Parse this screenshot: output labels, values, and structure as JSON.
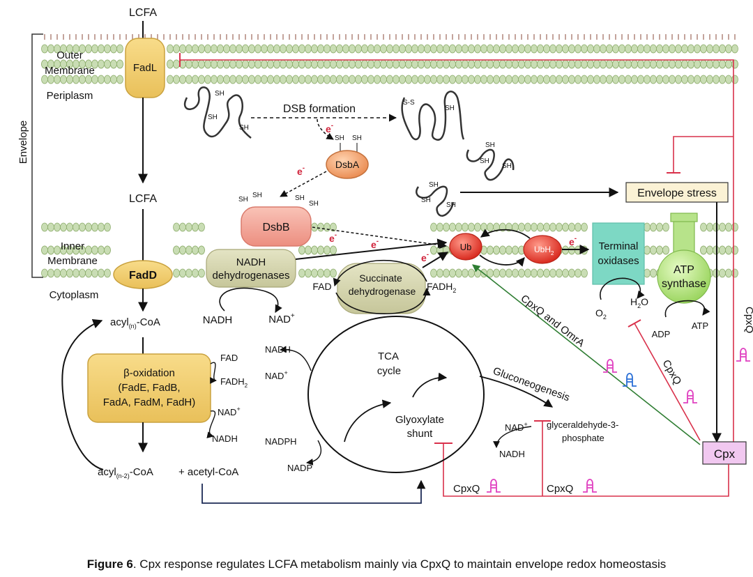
{
  "labels": {
    "lcfa_top": "LCFA",
    "lcfa_mid": "LCFA",
    "outer_membrane_1": "Outer",
    "outer_membrane_2": "Membrane",
    "periplasm": "Periplasm",
    "envelope": "Envelope",
    "inner_membrane_1": "Inner",
    "inner_membrane_2": "Membrane",
    "cytoplasm": "Cytoplasm",
    "fadl": "FadL",
    "fadd": "FadD",
    "dsb_formation": "DSB formation",
    "dsba": "DsbA",
    "dsbb": "DsbB",
    "sh": "SH",
    "ss": "S-S",
    "e_minus": "e",
    "minus": "-",
    "envelope_stress": "Envelope stress",
    "ub": "Ub",
    "ubh2_base": "UbH",
    "ubh2_sub": "2",
    "nadh_dehyd_1": "NADH",
    "nadh_dehyd_2": "dehydrogenases",
    "succ_dehyd_1": "Succinate",
    "succ_dehyd_2": "dehydrogenase",
    "fad": "FAD",
    "fadh2_base": "FADH",
    "sub2": "2",
    "terminal_1": "Terminal",
    "terminal_2": "oxidases",
    "atp_1": "ATP",
    "atp_2": "synthase",
    "o2": "O",
    "h2o_h": "H",
    "h2o_o": "O",
    "adp": "ADP",
    "atp": "ATP",
    "nadh": "NADH",
    "nad_plus": "NAD",
    "plus": "+",
    "acyl_n_pre": "acyl",
    "acyl_n_sub": "(n)",
    "acyl_n_post": "-CoA",
    "beta_1": "β-oxidation",
    "beta_2": "(FadE, FadB,",
    "beta_3": "FadA, FadM, FadH)",
    "acyl_n2_pre": "acyl",
    "acyl_n2_sub": "(n-2)",
    "acyl_n2_post": "-CoA",
    "acetyl": "+ acetyl-CoA",
    "tca_1": "TCA",
    "tca_2": "cycle",
    "glyox_1": "Glyoxylate",
    "glyox_2": "shunt",
    "nadph": "NADPH",
    "nadp": "NADP",
    "gluconeo": "Gluconeogenesis",
    "g3p_1": "glyceraldehyde-3-",
    "g3p_2": "phosphate",
    "cpxq_omra": "CpxQ and OmrA",
    "cpxq": "CpxQ",
    "cpx": "Cpx"
  },
  "caption": {
    "bold": "Figure 6",
    "text": ". Cpx response regulates LCFA metabolism mainly via CpxQ to maintain envelope redox homeostasis"
  },
  "colors": {
    "membrane_bead": "#c9ddb4",
    "membrane_stroke": "#8fae6e",
    "protein_yellow": "#f1cd6d",
    "dsb_orange": "#f3a97c",
    "dsbb_salmon": "#f0a094",
    "ub_red": "#e8453a",
    "terminal_teal": "#7dd8c4",
    "atp_green": "#b7e38a",
    "nadh_olive": "#d8d8b0",
    "stress_box": "#fbf2d5",
    "cpx_box": "#f1c8f0",
    "inhibit_red": "#d9304a",
    "activate_green": "#2e7d32",
    "srna_pink": "#e040c0",
    "srna_blue": "#2a6fd6"
  }
}
